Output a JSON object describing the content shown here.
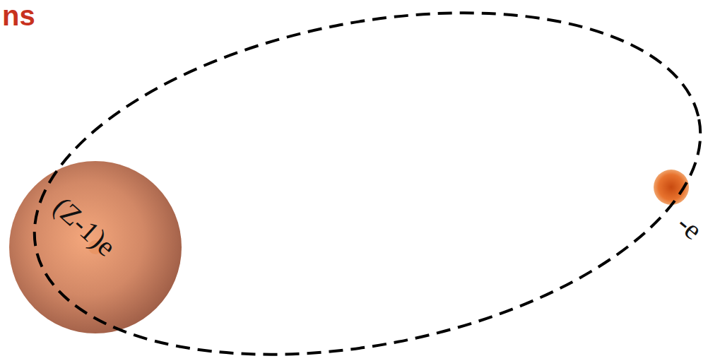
{
  "diagram": {
    "nodes": [
      {
        "text": [
          "(Z-1)e"
        ]
      },
      {
        "text": [
          "-e"
        ]
      }
    ],
    "labels": [
      "ns"
    ]
  }
}
